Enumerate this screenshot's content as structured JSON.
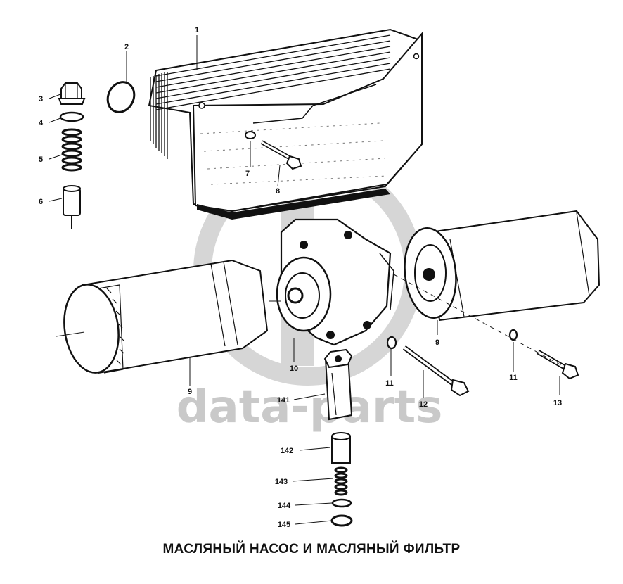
{
  "caption": "МАСЛЯНЫЙ НАСОС И МАСЛЯНЫЙ ФИЛЬТР",
  "watermark": "data-parts",
  "labels": {
    "l1": "1",
    "l2": "2",
    "l3": "3",
    "l4": "4",
    "l5": "5",
    "l6": "6",
    "l7": "7",
    "l8": "8",
    "l9a": "9",
    "l9b": "9",
    "l10": "10",
    "l11a": "11",
    "l11b": "11",
    "l12": "12",
    "l13": "13",
    "l141": "141",
    "l142": "142",
    "l143": "143",
    "l144": "144",
    "l145": "145"
  },
  "colors": {
    "ink": "#111111",
    "watermark": "#c9c9c9",
    "background": "#ffffff"
  }
}
